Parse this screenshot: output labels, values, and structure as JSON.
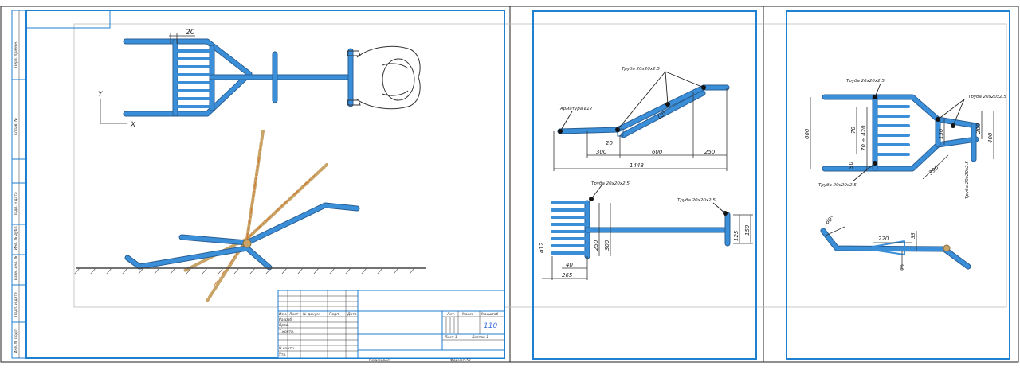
{
  "sheet1": {
    "dim_top": "20",
    "axis_y": "Y",
    "axis_x": "X",
    "side_labels": [
      "Перв. примен.",
      "Справ. №",
      "Подп. и дата",
      "Инв. № дубл.",
      "Взам. инв. №",
      "Подп. и дата",
      "Инв. № подл."
    ],
    "title_block": {
      "cols": [
        "Изм.",
        "Лист",
        "№ докум.",
        "Подп.",
        "Дата"
      ],
      "rows": [
        "Разраб.",
        "Пров.",
        "Т.контр.",
        "Н.контр.",
        "Утв."
      ],
      "right_heads": [
        "Лит.",
        "Масса",
        "Масштаб"
      ],
      "scale_value": "110",
      "sheet": "Лист 1",
      "sheets": "Листов 1",
      "copy": "Копировал",
      "format": "Формат А3"
    }
  },
  "sheet2": {
    "dims": {
      "d_20": "20",
      "d_300": "300",
      "d_600": "600",
      "d_250": "250",
      "d_1448": "1448",
      "d_angle": "18°",
      "d_250b": "250",
      "d_300b": "300",
      "d_40": "40",
      "d_265": "265",
      "d_phi12": "ø12",
      "d_125": "125",
      "d_150": "150"
    },
    "leaders": {
      "armature": "Арматура ø12",
      "pipe_a": "Труба 20x20x2.5",
      "pipe_b": "Труба 20x20x2.5",
      "pipe_c": "Труба 20x20x2.5"
    }
  },
  "sheet3": {
    "dims": {
      "d_600": "600",
      "d_70": "70",
      "d_range": "70 ÷ 420",
      "d_90": "90",
      "d_130": "130",
      "d_390": "390",
      "d_200": "200",
      "d_400": "400",
      "d_60": "60°",
      "d_220": "220",
      "d_35": "35",
      "d_70b": "70"
    },
    "leaders": {
      "pipe_top": "Труба 20x20x2.5",
      "pipe_right": "Труба 20x20x2.5",
      "pipe_left": "Труба 20x20x2.5",
      "pipe_vert": "Труба 20x20x2.5"
    }
  }
}
